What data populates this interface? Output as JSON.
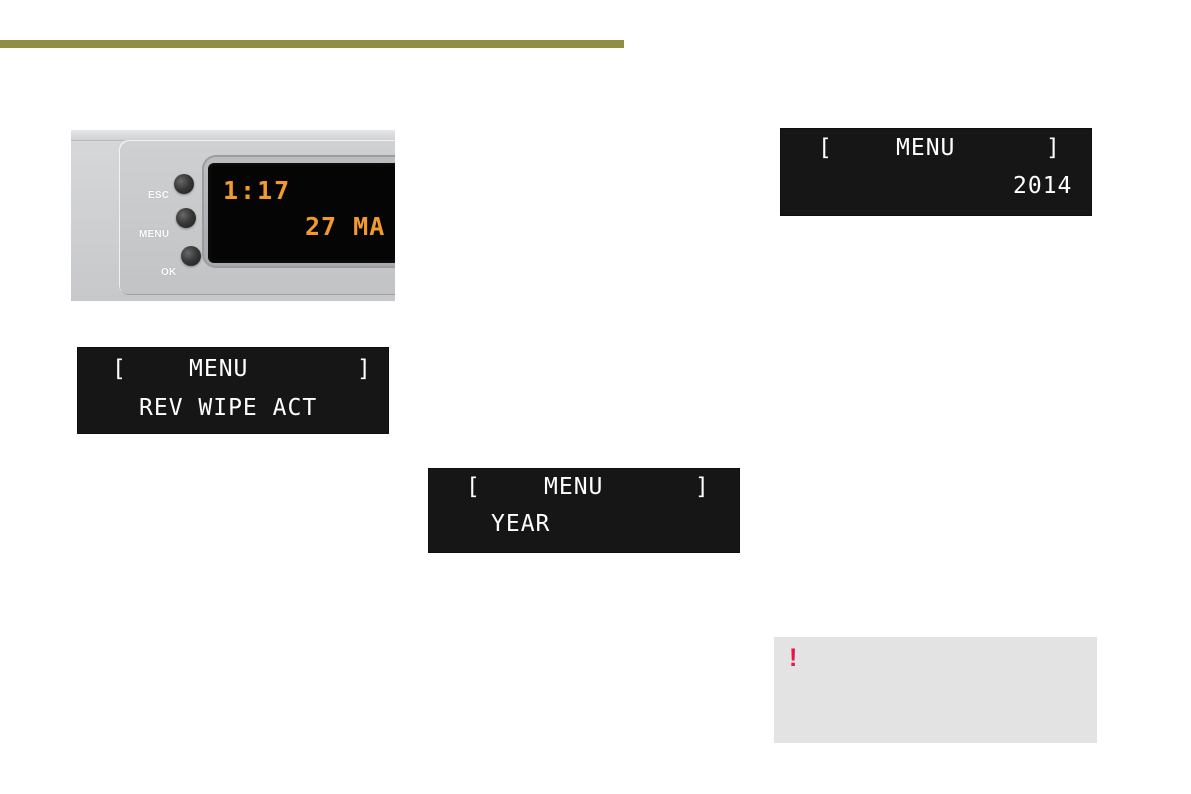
{
  "colors": {
    "accent_rule": "#8f8e43",
    "lcd_background": "#161616",
    "lcd_text": "#ffffff",
    "amber_display_text": "#f39a2f",
    "warning_box_background": "#e3e3e4",
    "warning_icon": "#e5183f"
  },
  "panel_photo": {
    "buttons": {
      "esc_label": "ESC",
      "menu_label": "MENU",
      "ok_label": "OK"
    },
    "time_display": "1:17",
    "date_display": "27 MA"
  },
  "displays": {
    "rev_wipe": {
      "left_bracket": "[",
      "menu": "MENU",
      "right_bracket": "]",
      "value": "REV WIPE ACT"
    },
    "year": {
      "left_bracket": "[",
      "menu": "MENU",
      "right_bracket": "]",
      "value": "YEAR"
    },
    "year_value": {
      "left_bracket": "[",
      "menu": "MENU",
      "right_bracket": "]",
      "value": "2014"
    }
  },
  "warning_box": {
    "icon": "!"
  }
}
